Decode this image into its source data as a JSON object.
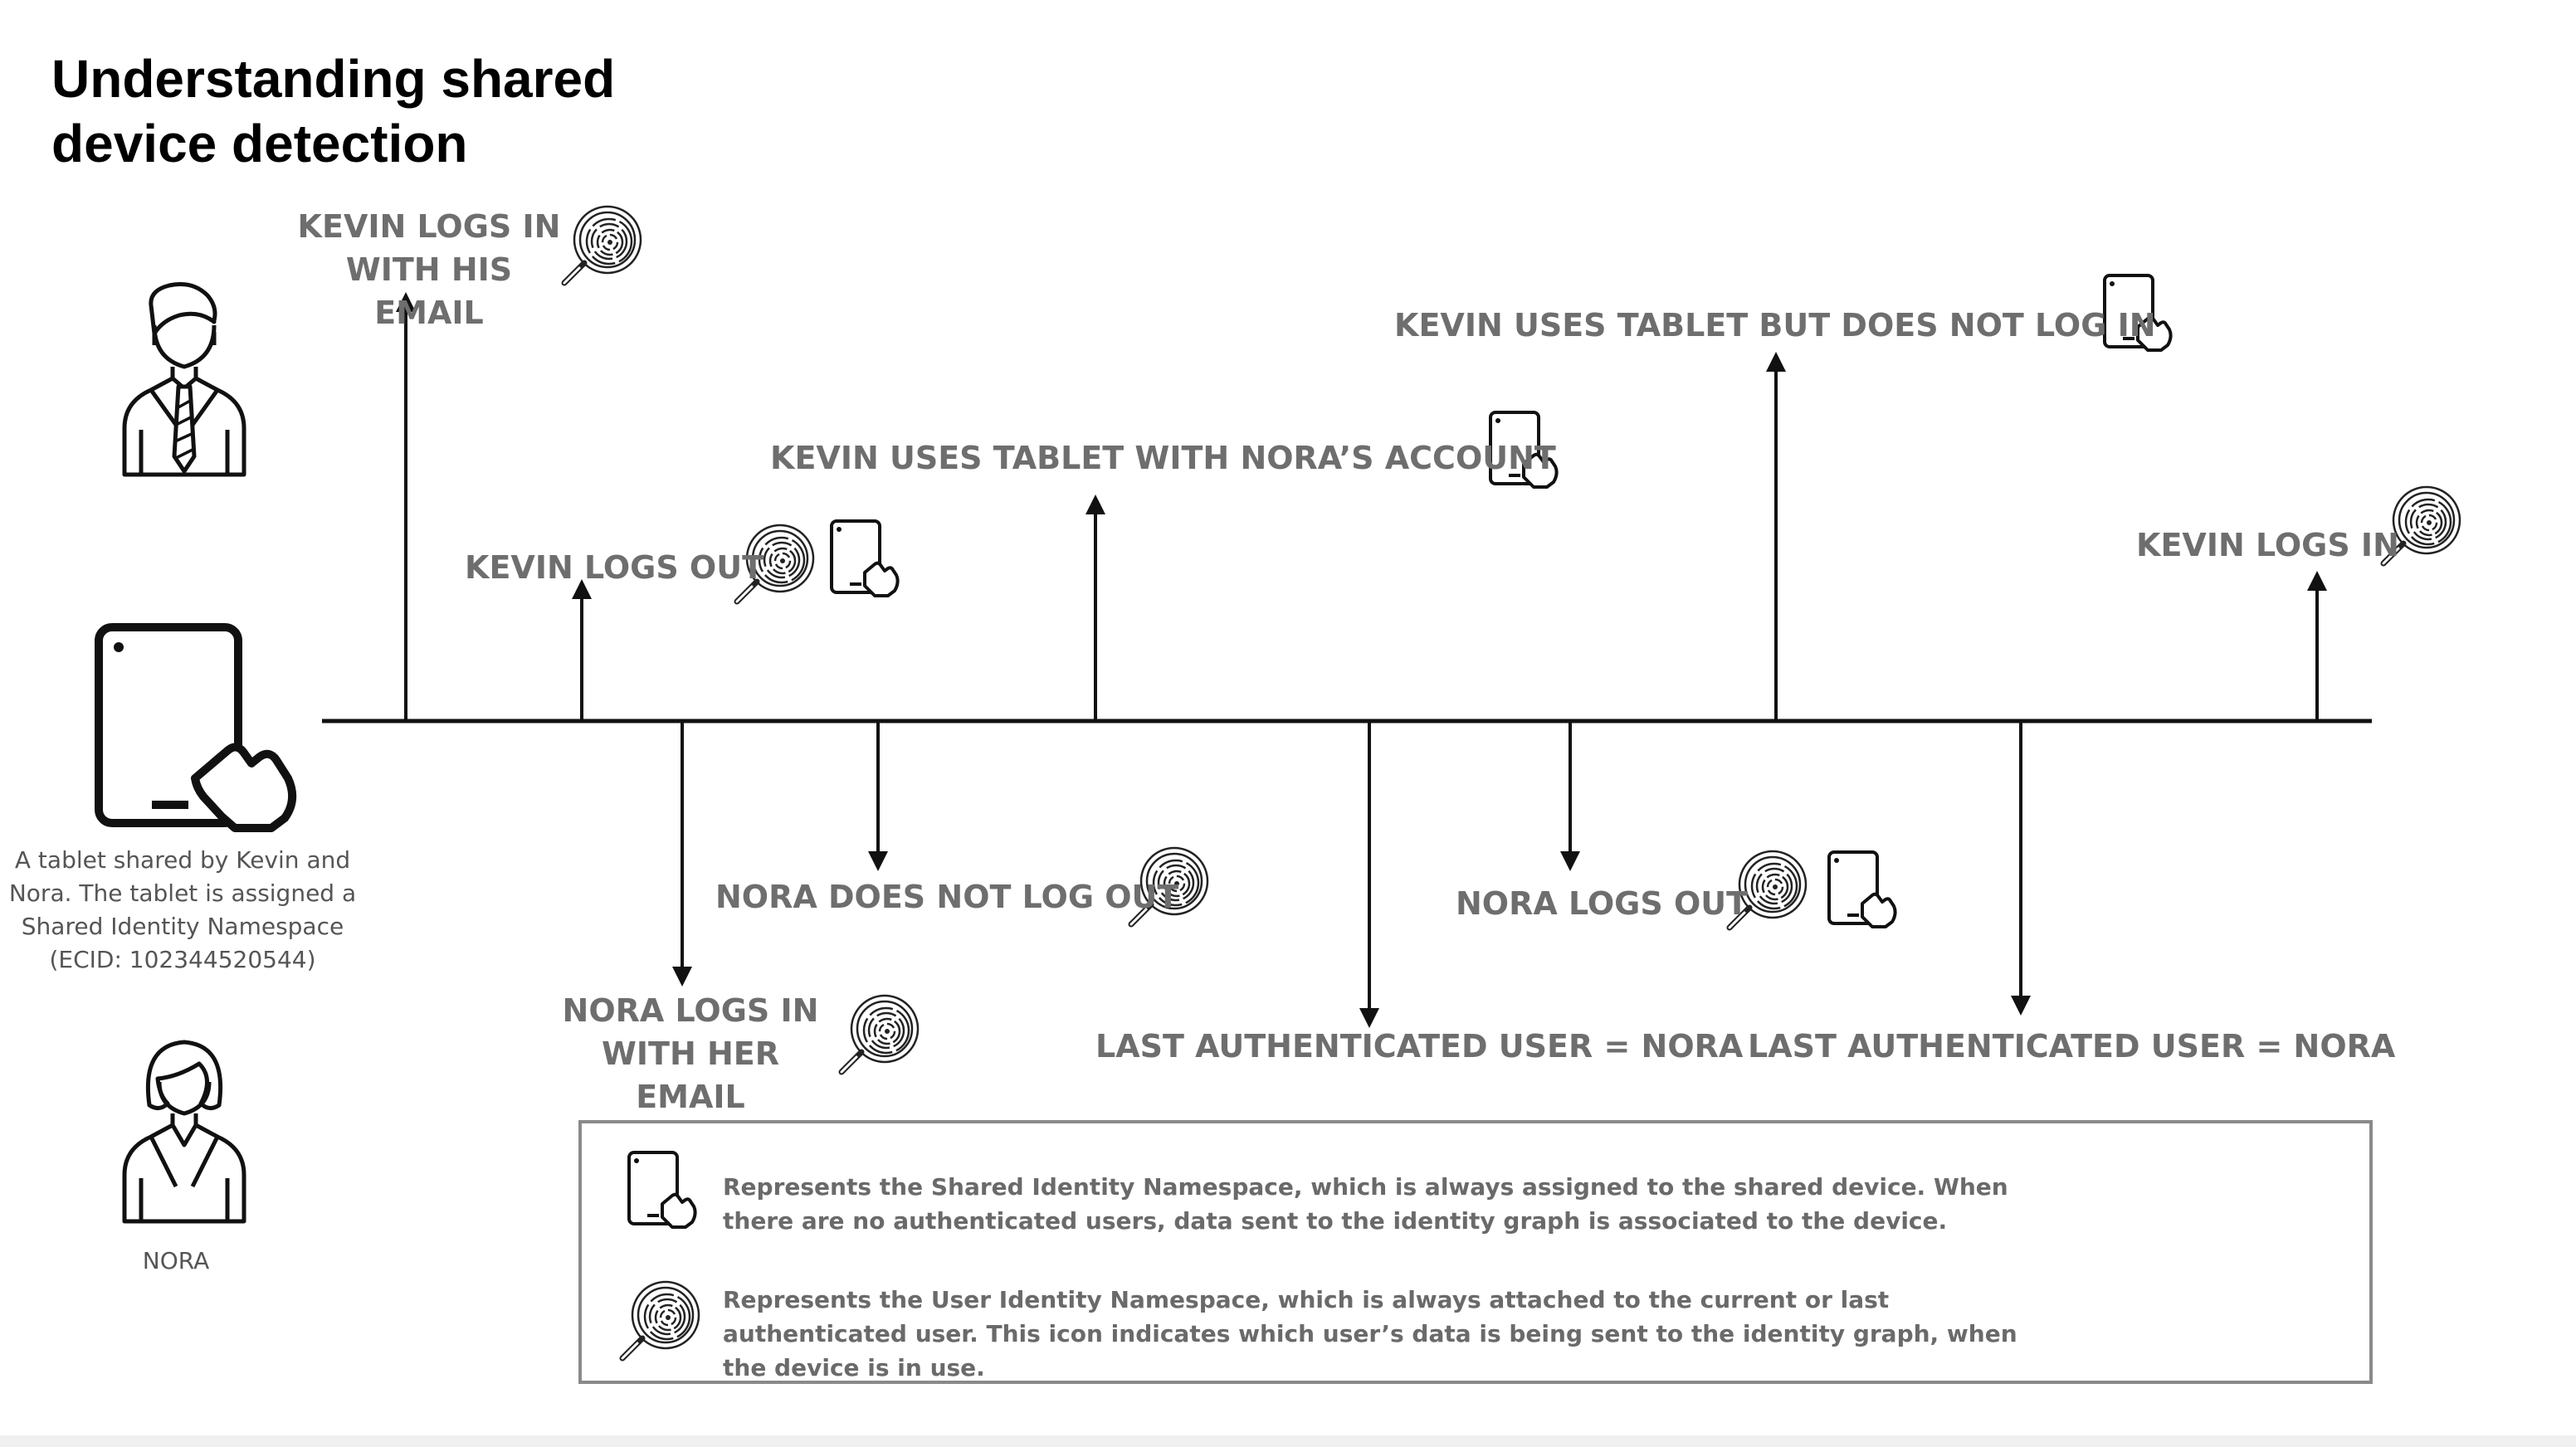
{
  "title": "Understanding shared device detection",
  "tablet_caption": "A tablet shared by Kevin and Nora. The tablet is assigned a Shared Identity Namespace (ECID: 102344520544)",
  "person_bottom_label": "NORA",
  "events": {
    "kevin_logs_in_email": "KEVIN LOGS IN WITH HIS EMAIL",
    "kevin_logs_out": "KEVIN LOGS OUT",
    "kevin_tablet_nora_account": "KEVIN USES TABLET WITH NORA’S ACCOUNT",
    "kevin_tablet_no_login": "KEVIN USES TABLET BUT DOES NOT LOG IN",
    "kevin_logs_in": "KEVIN LOGS IN",
    "nora_logs_in_email": "NORA LOGS IN WITH HER EMAIL",
    "nora_not_log_out": "NORA DOES NOT LOG OUT",
    "last_auth_1": "LAST AUTHENTICATED USER = NORA",
    "nora_logs_out": "NORA LOGS OUT",
    "last_auth_2": "LAST AUTHENTICATED USER = NORA"
  },
  "legend": {
    "shared_namespace": "Represents the Shared Identity Namespace, which is always assigned to the shared device. When there are no authenticated users, data sent to the identity graph is associated to the device.",
    "user_namespace": "Represents the User Identity Namespace, which is always attached to the current or last authenticated user. This icon indicates which user’s data is being sent to the identity graph, when the device is in use."
  },
  "icons": [
    "person-male-icon",
    "person-female-icon",
    "shared-tablet-icon",
    "tablet-touch-icon",
    "fingerprint-icon"
  ],
  "colors": {
    "line": "#111111",
    "event_text": "#6e6e6e",
    "legend_border": "#8a8a8a"
  }
}
